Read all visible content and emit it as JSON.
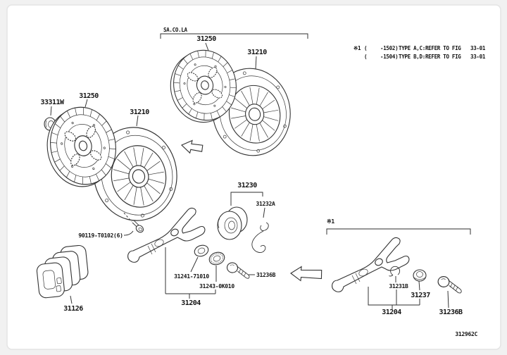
{
  "page": {
    "figure_code": "312962C"
  },
  "brackets": {
    "assembly": "SA.CO.LA",
    "variant": "※1"
  },
  "notes": {
    "rows": [
      {
        "marker": "※1",
        "open": "(",
        "code": "-1502)",
        "desc": "TYPE A,C:REFER TO FIG",
        "fig": "33-01"
      },
      {
        "marker": "",
        "open": "(",
        "code": "-1504)",
        "desc": "TYPE B,D:REFER TO FIG",
        "fig": "33-01"
      }
    ]
  },
  "parts": {
    "disc_top": "31250",
    "cover_top": "31210",
    "bushing_left": "33311W",
    "disc_left": "31250",
    "cover_left": "31210",
    "bolt_set": "90119-T0102(6)",
    "damper": "31126",
    "bearing": "31230",
    "clip_bearing": "31232A",
    "ring_inner": "31241-71010",
    "hub_bearing": "31243-0K010",
    "fork_mid": "31204",
    "pivot_mid": "31236B",
    "clip_right": "31231B",
    "boot_right": "31237",
    "fork_right": "31204",
    "pivot_right": "31236B"
  },
  "icons": {
    "install_direction_mid": "arrow-left",
    "install_direction_right": "arrow-left"
  }
}
